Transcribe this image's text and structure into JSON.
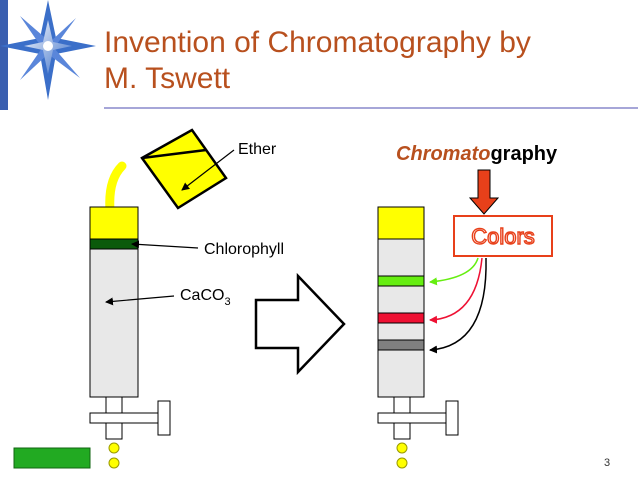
{
  "slide": {
    "title_line1": "Invention of Chromatography by",
    "title_line2": "M. Tswett",
    "page_number": "3"
  },
  "diagram": {
    "label_ether": "Ether",
    "label_chlorophyll": "Chlorophyll",
    "label_caco3_main": "CaCO",
    "label_caco3_sub": "3",
    "heading_chromato": "Chromato",
    "heading_graphy": "graphy",
    "colors_label": "Colors"
  },
  "colors": {
    "title": "#b8501e",
    "yellow": "#ffff00",
    "dark_green": "#0b5a0b",
    "light_green": "#66ee11",
    "red": "#ee1133",
    "gray": "#808080",
    "column_fill": "#e8e8e8",
    "orange_red": "#e8401a",
    "nav_green": "#22aa22"
  },
  "icons": [
    "star-logo-icon",
    "flask-icon",
    "right-arrow-icon",
    "down-arrow-icon"
  ]
}
